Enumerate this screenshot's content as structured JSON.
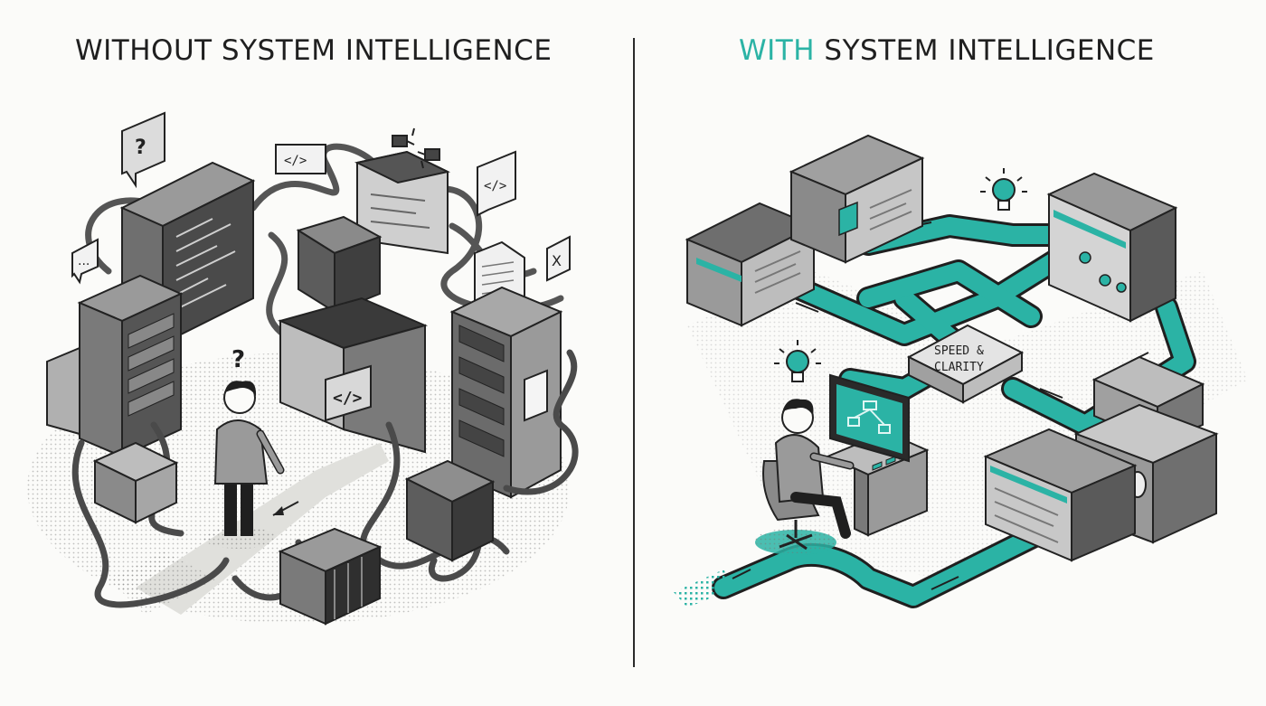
{
  "left_panel": {
    "title": "WITHOUT SYSTEM INTELLIGENCE",
    "speech_icons": [
      "question-bubble-icon",
      "code-bubble-icon",
      "code-bubble-icon",
      "ellipsis-bubble-icon",
      "close-bubble-icon",
      "broken-link-icon"
    ],
    "confused_mark": "?",
    "code_tag": "</>"
  },
  "right_panel": {
    "title_accent": "WITH",
    "title_rest": " SYSTEM INTELLIGENCE",
    "hub_label_line1": "SPEED &",
    "hub_label_line2": "CLARITY",
    "icons": [
      "lightbulb-icon",
      "flowchart-icon"
    ]
  },
  "colors": {
    "accent": "#2bb3a5",
    "ink": "#1f1f1f",
    "background": "#fbfbf9",
    "machine_gray": "#8e8e8e"
  }
}
